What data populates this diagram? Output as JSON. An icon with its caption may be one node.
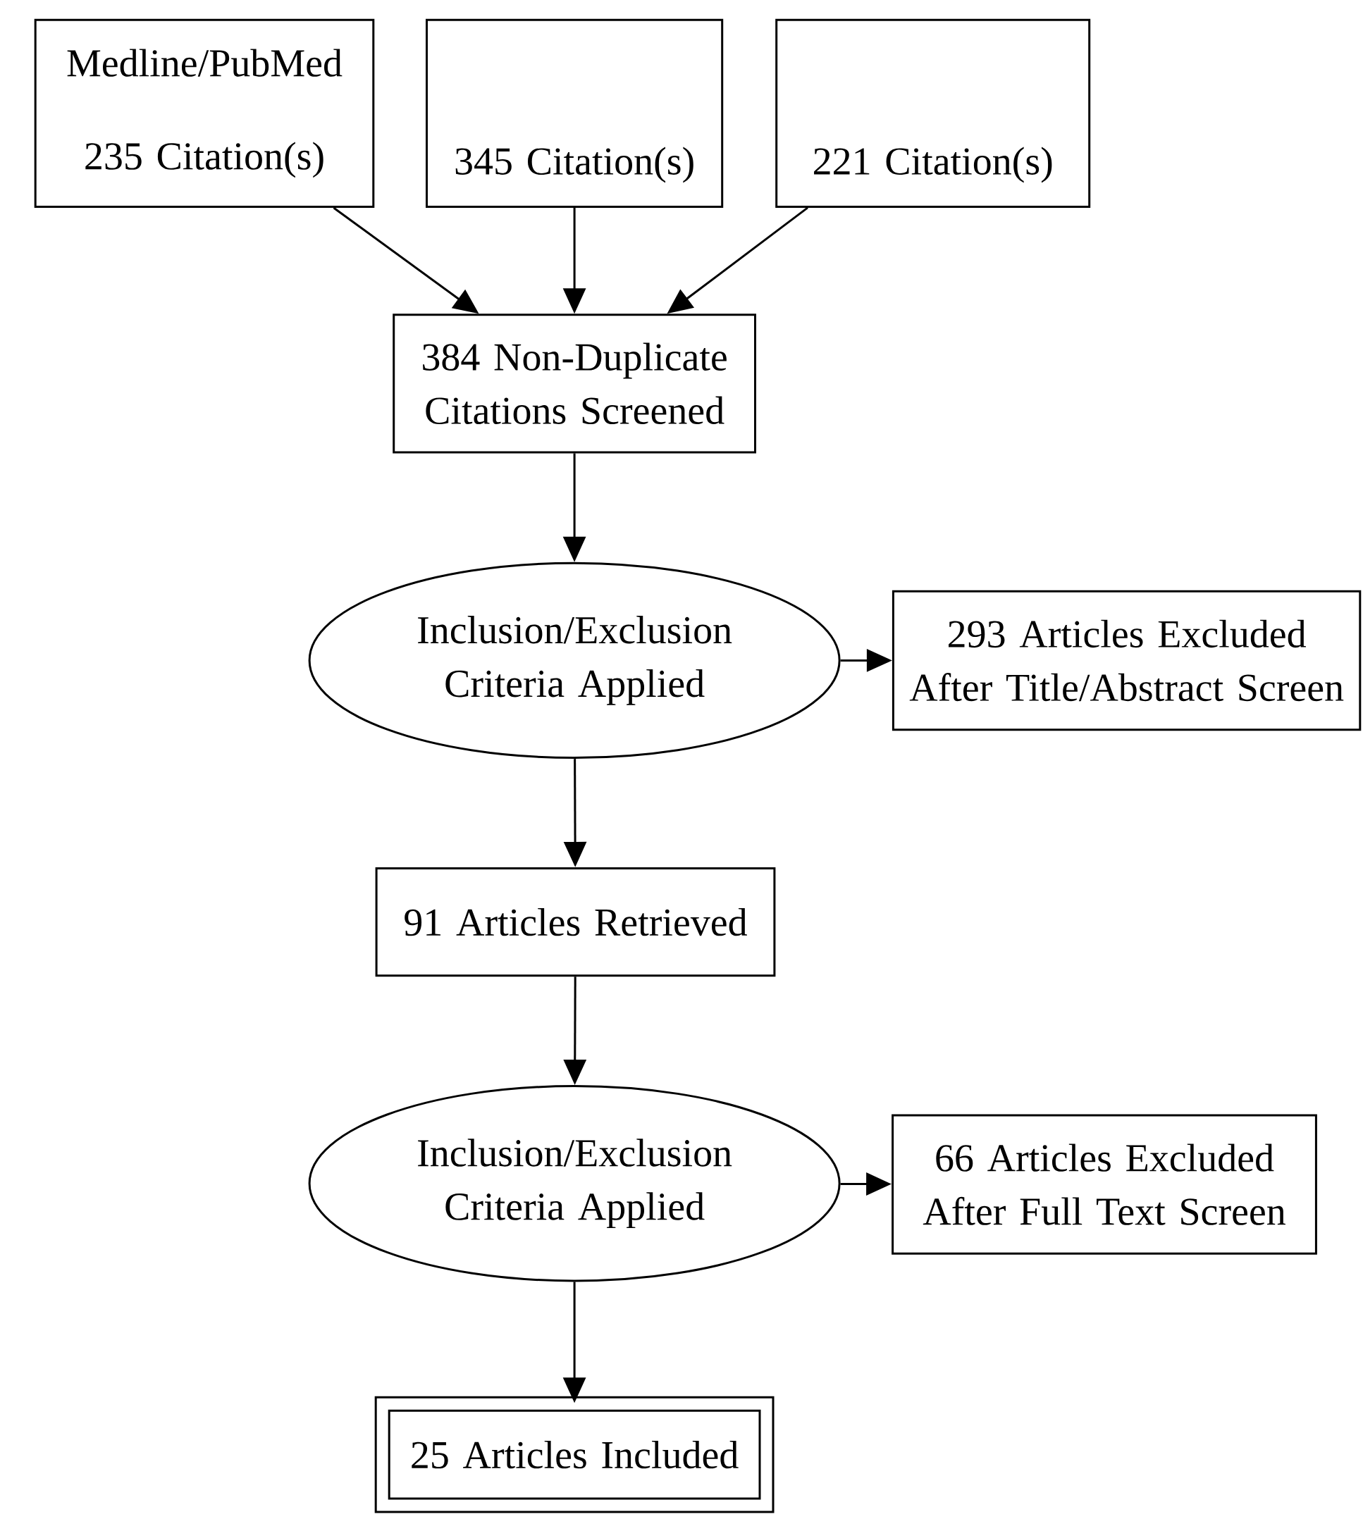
{
  "diagram": {
    "nodes": [
      {
        "text": [
          "Medline/PubMed",
          "235 Citation(s)"
        ]
      },
      {
        "text": [
          "345 Citation(s)"
        ]
      },
      {
        "text": [
          "221 Citation(s)"
        ]
      },
      {
        "text": [
          "384 Non-Duplicate Citations Screened"
        ]
      },
      {
        "text": [
          "Inclusion/Exclusion Criteria Applied"
        ]
      },
      {
        "text": [
          "293 Articles Excluded After Title/Abstract Screen"
        ]
      },
      {
        "text": [
          "91 Articles Retrieved"
        ]
      },
      {
        "text": [
          "Inclusion/Exclusion Criteria Applied"
        ]
      },
      {
        "text": [
          "66 Articles Excluded After Full Text Screen"
        ]
      },
      {
        "text": [
          "25 Articles Included"
        ]
      }
    ],
    "edges": [
      {
        "from": 0,
        "to": 3,
        "arrow": "to"
      },
      {
        "from": 1,
        "to": 3,
        "arrow": "to"
      },
      {
        "from": 2,
        "to": 3,
        "arrow": "to"
      },
      {
        "from": 3,
        "to": 4,
        "arrow": "to"
      },
      {
        "from": 4,
        "to": 5,
        "arrow": "to"
      },
      {
        "from": 4,
        "to": 6,
        "arrow": "to"
      },
      {
        "from": 6,
        "to": 7,
        "arrow": "to"
      },
      {
        "from": 7,
        "to": 8,
        "arrow": "to"
      },
      {
        "from": 7,
        "to": 9,
        "arrow": "to"
      }
    ]
  }
}
